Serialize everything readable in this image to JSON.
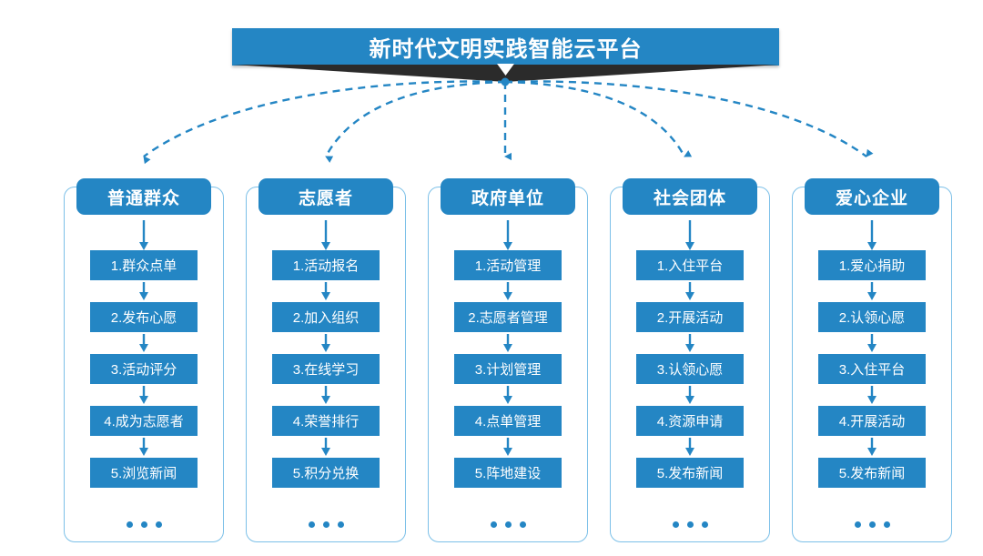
{
  "header": {
    "title": "新时代文明实践智能云平台",
    "banner_color": "#2486c4",
    "tail_color": "#2b2b2b"
  },
  "theme": {
    "accent": "#2486c4",
    "border": "#7cc0e8",
    "text_on_accent": "#ffffff",
    "background": "#ffffff"
  },
  "diagram": {
    "type": "flow-fan-out",
    "ellipsis": "…",
    "columns": [
      {
        "id": "public",
        "title": "普通群众",
        "items": [
          "1.群众点单",
          "2.发布心愿",
          "3.活动评分",
          "4.成为志愿者",
          "5.浏览新闻"
        ],
        "more": true
      },
      {
        "id": "volunteer",
        "title": "志愿者",
        "items": [
          "1.活动报名",
          "2.加入组织",
          "3.在线学习",
          "4.荣誉排行",
          "5.积分兑换"
        ],
        "more": true
      },
      {
        "id": "government",
        "title": "政府单位",
        "items": [
          "1.活动管理",
          "2.志愿者管理",
          "3.计划管理",
          "4.点单管理",
          "5.阵地建设"
        ],
        "more": true
      },
      {
        "id": "social-group",
        "title": "社会团体",
        "items": [
          "1.入住平台",
          "2.开展活动",
          "3.认领心愿",
          "4.资源申请",
          "5.发布新闻"
        ],
        "more": true
      },
      {
        "id": "enterprise",
        "title": "爱心企业",
        "items": [
          "1.爱心捐助",
          "2.认领心愿",
          "3.入住平台",
          "4.开展活动",
          "5.发布新闻"
        ],
        "more": true
      }
    ]
  }
}
